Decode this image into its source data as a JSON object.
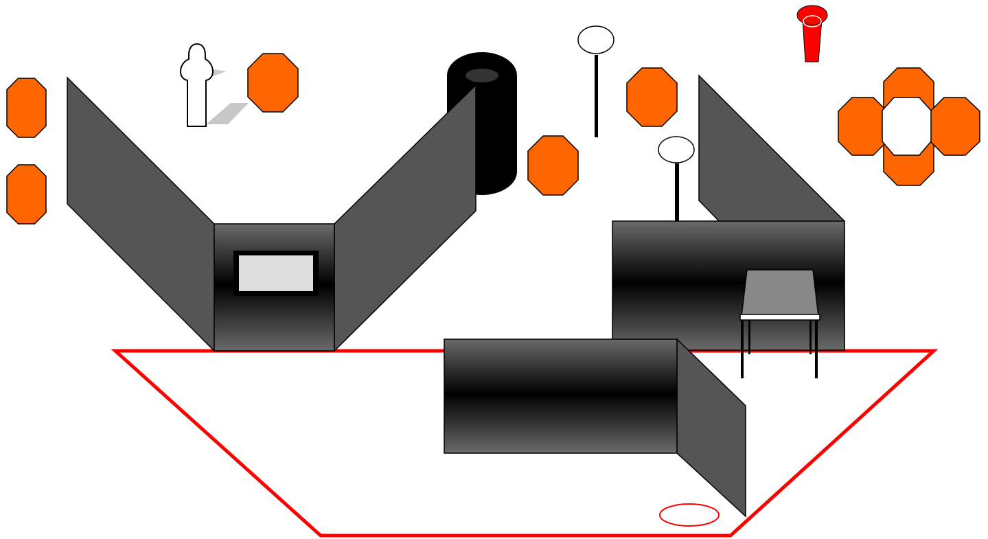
{
  "colors": {
    "background": "#ffffff",
    "target": "#ff6600",
    "wall": "#555555",
    "wall_outline": "#000000",
    "shooting_area": "#ff0000",
    "barrel": "#000000",
    "steel_plate": "#ffffff",
    "window_opening": "#dddddd",
    "chair": "#888888",
    "no_shoot": "#ffffff",
    "start_marker": "#ff0000"
  },
  "legend": [],
  "elements": {
    "target": "octagon-target",
    "popper": "steel-popper",
    "barrel": "barrel",
    "wall": "wall-panel",
    "window": "port-window",
    "chair": "chair",
    "shooting_area": "fault-line",
    "start_position": "start-circle",
    "no_shoot": "no-shoot-silhouette",
    "start_signal": "shot-timer-icon"
  }
}
